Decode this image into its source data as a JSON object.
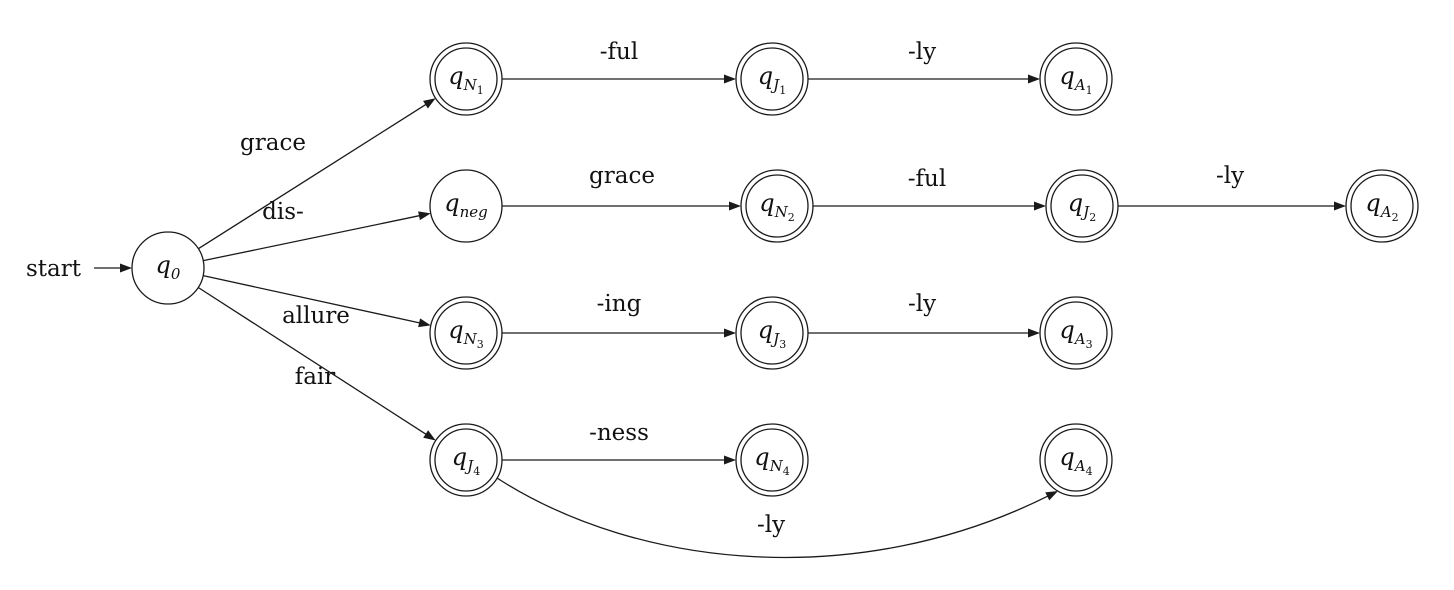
{
  "start_label": "start",
  "states": [
    {
      "id": "q0",
      "base": "q",
      "sub": "0",
      "subsub": "",
      "accepting": false
    },
    {
      "id": "qN1",
      "base": "q",
      "sub": "N",
      "subsub": "1",
      "accepting": true
    },
    {
      "id": "qJ1",
      "base": "q",
      "sub": "J",
      "subsub": "1",
      "accepting": true
    },
    {
      "id": "qA1",
      "base": "q",
      "sub": "A",
      "subsub": "1",
      "accepting": true
    },
    {
      "id": "qneg",
      "base": "q",
      "sub": "neg",
      "subsub": "",
      "accepting": false
    },
    {
      "id": "qN2",
      "base": "q",
      "sub": "N",
      "subsub": "2",
      "accepting": true
    },
    {
      "id": "qJ2",
      "base": "q",
      "sub": "J",
      "subsub": "2",
      "accepting": true
    },
    {
      "id": "qA2",
      "base": "q",
      "sub": "A",
      "subsub": "2",
      "accepting": true
    },
    {
      "id": "qN3",
      "base": "q",
      "sub": "N",
      "subsub": "3",
      "accepting": true
    },
    {
      "id": "qJ3",
      "base": "q",
      "sub": "J",
      "subsub": "3",
      "accepting": true
    },
    {
      "id": "qA3",
      "base": "q",
      "sub": "A",
      "subsub": "3",
      "accepting": true
    },
    {
      "id": "qJ4",
      "base": "q",
      "sub": "J",
      "subsub": "4",
      "accepting": true
    },
    {
      "id": "qN4",
      "base": "q",
      "sub": "N",
      "subsub": "4",
      "accepting": true
    },
    {
      "id": "qA4",
      "base": "q",
      "sub": "A",
      "subsub": "4",
      "accepting": true
    }
  ],
  "transitions": [
    {
      "from": "q0",
      "to": "qN1",
      "label": "grace"
    },
    {
      "from": "q0",
      "to": "qneg",
      "label": "dis-"
    },
    {
      "from": "q0",
      "to": "qN3",
      "label": "allure"
    },
    {
      "from": "q0",
      "to": "qJ4",
      "label": "fair"
    },
    {
      "from": "qN1",
      "to": "qJ1",
      "label": "-ful"
    },
    {
      "from": "qJ1",
      "to": "qA1",
      "label": "-ly"
    },
    {
      "from": "qneg",
      "to": "qN2",
      "label": "grace"
    },
    {
      "from": "qN2",
      "to": "qJ2",
      "label": "-ful"
    },
    {
      "from": "qJ2",
      "to": "qA2",
      "label": "-ly"
    },
    {
      "from": "qN3",
      "to": "qJ3",
      "label": "-ing"
    },
    {
      "from": "qJ3",
      "to": "qA3",
      "label": "-ly"
    },
    {
      "from": "qJ4",
      "to": "qN4",
      "label": "-ness"
    },
    {
      "from": "qJ4",
      "to": "qA4",
      "label": "-ly"
    }
  ]
}
